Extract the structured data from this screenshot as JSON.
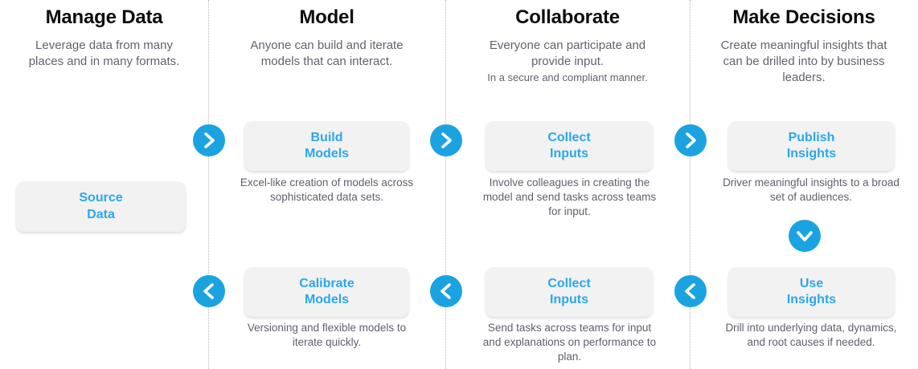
{
  "colors": {
    "badge_blue": "#1aa3e0",
    "card_label_blue": "#2ba7ec",
    "card_bg": "#f2f2f2",
    "heading": "#0d0d0d",
    "body_text": "#62626e",
    "divider": "#b9b9be"
  },
  "columns": [
    {
      "id": "manage-data",
      "title": "Manage Data",
      "subtitle": "Leverage data from many places and in many formats.",
      "subtitle2": ""
    },
    {
      "id": "model",
      "title": "Model",
      "subtitle": "Anyone can build and iterate models that can interact.",
      "subtitle2": ""
    },
    {
      "id": "collaborate",
      "title": "Collaborate",
      "subtitle": "Everyone can participate and provide input.",
      "subtitle2": "In a secure and compliant manner."
    },
    {
      "id": "make-decisions",
      "title": "Make Decisions",
      "subtitle": "Create meaningful insights that can be drilled into by business leaders.",
      "subtitle2": ""
    }
  ],
  "cards": {
    "source_data": {
      "label": "Source\nData",
      "caption": ""
    },
    "build_models": {
      "label": "Build\nModels",
      "caption": "Excel-like creation of models across sophisticated data sets."
    },
    "calibrate_models": {
      "label": "Calibrate\nModels",
      "caption": "Versioning and flexible models to  iterate quickly."
    },
    "collect_inputs_top": {
      "label": "Collect\nInputs",
      "caption": "Involve colleagues in creating the model and send tasks across teams for input."
    },
    "collect_inputs_bottom": {
      "label": "Collect\nInputs",
      "caption": "Send tasks across teams for input and explanations on performance to plan."
    },
    "publish_insights": {
      "label": "Publish\nInsights",
      "caption": "Driver meaningful insights to a broad set of audiences."
    },
    "use_insights": {
      "label": "Use\nInsights",
      "caption": "Drill into underlying data, dynamics, and root causes if needed."
    }
  },
  "badges": [
    {
      "id": "model-forward",
      "icon": "chevron-right-icon"
    },
    {
      "id": "model-back",
      "icon": "chevron-left-icon"
    },
    {
      "id": "collaborate-forward",
      "icon": "chevron-right-icon"
    },
    {
      "id": "collaborate-back",
      "icon": "chevron-left-icon"
    },
    {
      "id": "decisions-forward",
      "icon": "chevron-right-icon"
    },
    {
      "id": "decisions-back",
      "icon": "chevron-left-icon"
    },
    {
      "id": "decisions-down",
      "icon": "chevron-down-icon"
    }
  ]
}
